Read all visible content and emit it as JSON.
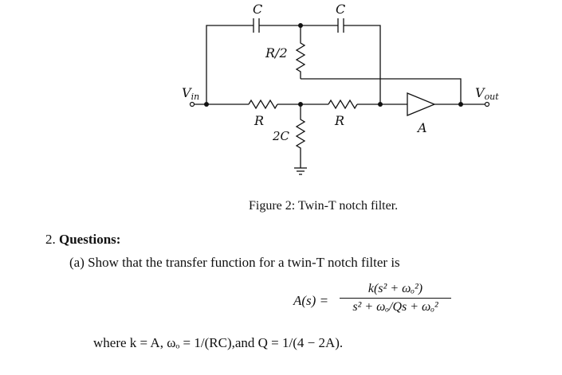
{
  "figure": {
    "labels": {
      "vin": "V",
      "vin_sub": "in",
      "vout": "V",
      "vout_sub": "out",
      "cap_left": "C",
      "cap_right": "C",
      "r_half": "R/2",
      "r_left": "R",
      "r_right": "R",
      "cap_2c": "2C",
      "amp": "A"
    },
    "caption": "Figure 2: Twin-T notch filter."
  },
  "section": {
    "number": "2.",
    "title": "Questions:"
  },
  "item_a": {
    "marker": "(a)",
    "text": "Show that the transfer function for a twin-T notch filter is"
  },
  "equation": {
    "lhs": "A(s) =",
    "numerator": "k(s² + ωₒ²)",
    "denominator": "s² + ωₒ/Qs + ωₒ²"
  },
  "where": {
    "text": "where k = A, ωₒ = 1/(RC),and Q = 1/(4 − 2A)."
  }
}
